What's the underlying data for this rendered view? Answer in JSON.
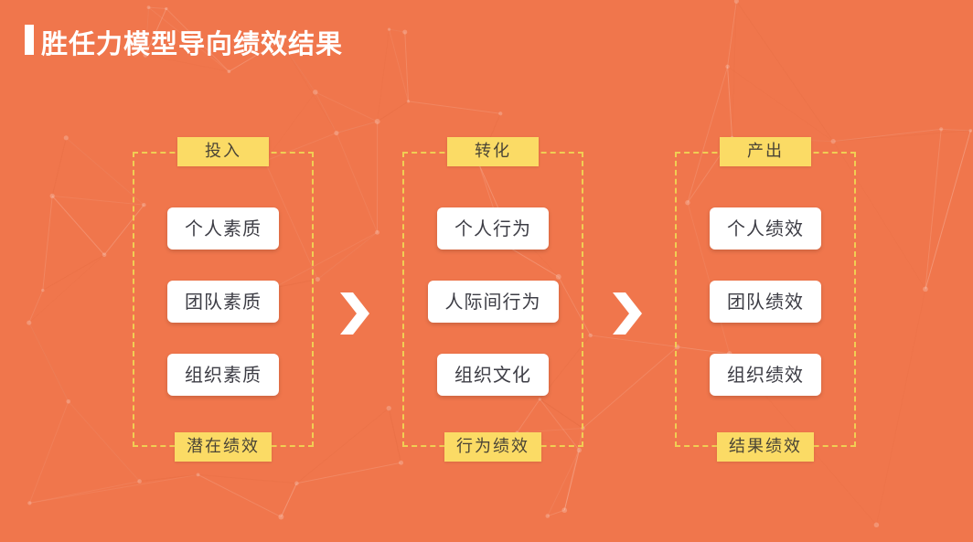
{
  "title": "胜任力模型导向绩效结果",
  "colors": {
    "background": "#F0764C",
    "tab_fill": "#FBDB65",
    "dashed_border": "#F0CE53",
    "box_fill": "#FFFFFF",
    "box_text": "#3D3D45",
    "title_text": "#FFFFFF"
  },
  "columns": [
    {
      "top_label": "投入",
      "items": [
        "个人素质",
        "团队素质",
        "组织素质"
      ],
      "bottom_label": "潜在绩效"
    },
    {
      "top_label": "转化",
      "items": [
        "个人行为",
        "人际间行为",
        "组织文化"
      ],
      "bottom_label": "行为绩效"
    },
    {
      "top_label": "产出",
      "items": [
        "个人绩效",
        "团队绩效",
        "组织绩效"
      ],
      "bottom_label": "结果绩效"
    }
  ]
}
